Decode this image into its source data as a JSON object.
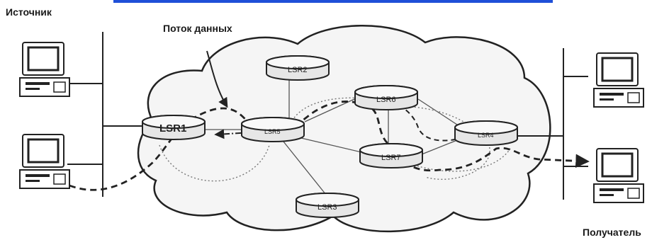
{
  "labels": {
    "source": "Источник",
    "data_flow": "Поток данных",
    "receiver": "Получатель"
  },
  "routers": {
    "lsr1": "LSR1",
    "lsr2": "LSR2",
    "lsr3": "LSR3",
    "lsr4": "LSR4",
    "lsr5": "LSR5",
    "lsr6": "LSR6",
    "lsr7": "LSR7"
  },
  "colors": {
    "line": "#222222",
    "cloud": "#f4f4f4",
    "router_fill": "#e8e8e8",
    "banner": "#1f4fd8"
  }
}
